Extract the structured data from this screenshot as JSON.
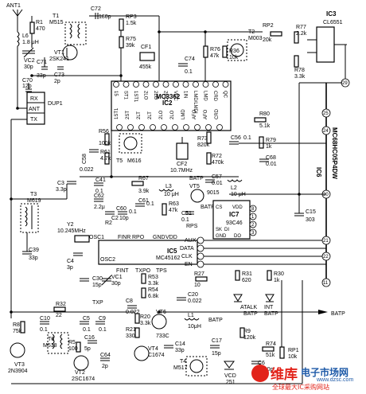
{
  "labels": {
    "ant": "ANT1",
    "l6": "L6",
    "l6v": "1.8 μH",
    "r1": "R1",
    "r1v": "470",
    "t1": "T1",
    "t1v": "M515",
    "c72": "C72",
    "c72v": "180p",
    "vt1": "VT1",
    "vt1v": "2SK241",
    "vc2": "VC2",
    "vc2v": "30p",
    "c71": "C71",
    "c71v": "33p",
    "c73": "C73",
    "c73v": "2p",
    "c70": "C70",
    "c70v": "12p",
    "rx": "RX",
    "ant2": "ANT",
    "tx": "TX",
    "dup": "DUP1",
    "rp3": "RP3",
    "rp3v": "1.5k",
    "r75": "R75",
    "r75v": "39k",
    "cf1": "CF1",
    "cf1v": "455k",
    "c74": "C74",
    "c74v": "0.1",
    "r76": "R76",
    "r76v": "47k",
    "t2": "T2",
    "t2v": "M003",
    "r36": "R36",
    "r36v": "10k",
    "rp2": "RP2",
    "rp2v": "20k",
    "r77": "R77",
    "r77v": "2.2k",
    "r78": "R78",
    "r78v": "3.3k",
    "ic3": "IC3",
    "ic3v": "CL6551",
    "ic2": "IC2",
    "ic2v": "MC3362",
    "ic2_top": [
      "15",
      "ST1",
      "1ST1",
      "2LO",
      "2LO",
      "2MO",
      "VCC",
      "1IN",
      "LMD/LMDI",
      "LMD",
      "CRD",
      "QC"
    ],
    "ic2_bot": [
      "1ST1",
      "2ST",
      "2LT",
      "2LT",
      "2LO",
      "2LO",
      "LMD",
      "AFO",
      "AFO",
      "CRD"
    ],
    "c58": "C58",
    "c58v": "0.022",
    "rs6": "R56",
    "rs6v": "100k",
    "r61": "R61",
    "r61v": "4.7k",
    "t5": "T5",
    "t5v": "M616",
    "cf2": "CF2",
    "cf2v": "10.7MHz",
    "c56": "C56",
    "c56v": "0.1",
    "r80": "R80",
    "r80v": "5.1k",
    "r73": "R73",
    "r73v": "820k",
    "r72": "R72",
    "r72v": "470k",
    "c57": "C57",
    "c57v": "0.01",
    "c68": "C68",
    "c68v": "0.01",
    "r77b": "R79",
    "r77bv": "1k",
    "c3": "C3",
    "c3v": "3.3p",
    "c41": "C41",
    "c41v": "0.1",
    "c62": "C62",
    "c62v": "2.2μ",
    "r67": "R67",
    "r67v": "3.9k",
    "l3": "L3",
    "l3v": "10 μH",
    "l2": "L2",
    "l2v": "10 μH",
    "batp": "BATP",
    "vt5": "VT5",
    "vt5v": "9015",
    "c61": "C61",
    "c61v": "0.1",
    "c60": "C60",
    "c60v": "0.1",
    "r63": "R63",
    "r63v": "47k",
    "c51": "C51",
    "c51v": "0.1",
    "ic7": "IC7",
    "ic7v": "93C46",
    "ic7pins": [
      "VDD",
      "CS",
      "SK",
      "DI",
      "GND",
      "DO"
    ],
    "t3": "T3",
    "t3v": "M619",
    "c39": "C39",
    "c39v": "33p",
    "c2": "C2",
    "c2v": "10p",
    "r2": "R2",
    "y2": "Y2",
    "y2v": "10.245MHz",
    "osc1": "OSC1",
    "osc2": "OSC2",
    "finr": "FINR",
    "rpo": "RPO",
    "gnd": "GND",
    "vdd": "VDD",
    "rps": "RPS",
    "aux": "AUX",
    "data": "DATA",
    "clk": "CLK",
    "en": "EN",
    "c4": "C4",
    "c4v": "3p",
    "ic5": "IC5",
    "ic5v": "MC45162",
    "fint": "FINT",
    "txpo": "TXPO",
    "tps": "TPS",
    "c30": "C30",
    "c30v": "15p",
    "vc1": "VC1",
    "vc1v": "30p",
    "r53": "R53",
    "r53v": "3.3k",
    "r54": "R54",
    "r54v": "6.8k",
    "r27": "R27",
    "r27v": "10",
    "c8": "C8",
    "c8v": "0.022",
    "c20": "C20",
    "c20v": "0.022",
    "r31": "R31",
    "r31v": "620",
    "r30": "R30",
    "r30v": "1k",
    "c15": "C15",
    "c15v": "303",
    "ic6": "IC6",
    "ic6v": "MC68HC05P4DW",
    "txp": "TXP",
    "r32": "R32",
    "r32v": "22",
    "r8": "R8",
    "r8v": "75k",
    "c10": "C10",
    "c10v": "0.1",
    "t6": "T6",
    "t6v": "M518",
    "vt3": "VT3",
    "vt3v": "2N3904",
    "r5": "R5",
    "r5v": "100",
    "c16": "C16",
    "c16v": "5p",
    "vt2": "VT2",
    "vt2v": "2SC1674",
    "c64": "C64",
    "c64v": "2p",
    "r20": "R20",
    "r20v": "3.3k",
    "r21": "R21",
    "r21v": "330",
    "vt6": "VT6",
    "vt6v": "733C",
    "vt4": "VT4",
    "vt4v": "C1674",
    "c14": "C14",
    "c14v": "33p",
    "l1": "L1",
    "l1v": "10μH",
    "c17": "C17",
    "c17v": "15p",
    "t4": "T4",
    "t4v": "M517",
    "vcd": "VCD",
    "vcdv": "251",
    "r9": "R9",
    "r9v": "120k",
    "r74": "R74",
    "r74v": "51k",
    "c6": "C6",
    "c6v": "1000p",
    "rp1": "RP1",
    "rp1v": "10k",
    "atalk": "ATALK",
    "int": "INT",
    "batp2": "BATP",
    "pins_right": [
      "29",
      "25",
      "24",
      "20",
      "21",
      "22",
      "11"
    ]
  },
  "watermark": {
    "brand": "维库",
    "site": "电子市场网",
    "url": "www.dzsc.com",
    "sub": "全球最大IC采购网站"
  },
  "colors": {
    "line": "#000000",
    "watermark_red": "#e2231a",
    "watermark_blue": "#1e5aa8"
  }
}
